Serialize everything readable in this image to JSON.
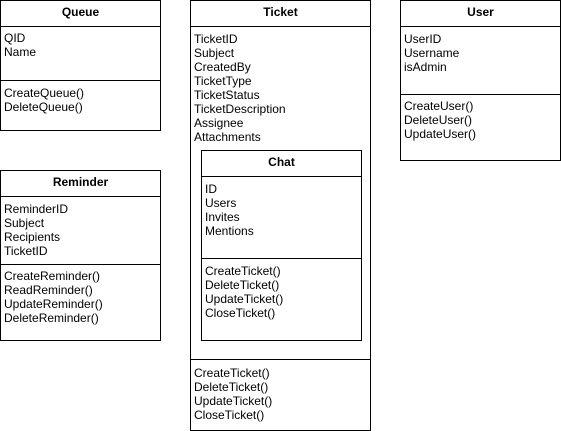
{
  "queue": {
    "title": "Queue",
    "attributes": [
      "QID",
      "Name"
    ],
    "operations": [
      "CreateQueue()",
      "DeleteQueue()"
    ]
  },
  "reminder": {
    "title": "Reminder",
    "attributes": [
      "ReminderID",
      "Subject",
      "Recipients",
      "TicketID"
    ],
    "operations": [
      "CreateReminder()",
      "ReadReminder()",
      "UpdateReminder()",
      "DeleteReminder()"
    ]
  },
  "ticket": {
    "title": "Ticket",
    "attributes": [
      "TicketID",
      "Subject",
      "CreatedBy",
      "TicketType",
      "TicketStatus",
      "TicketDescription",
      "Assignee",
      "Attachments"
    ],
    "operations": [
      "CreateTicket()",
      "DeleteTicket()",
      "UpdateTicket()",
      "CloseTicket()"
    ]
  },
  "chat": {
    "title": "Chat",
    "attributes": [
      "ID",
      "Users",
      "Invites",
      "Mentions"
    ],
    "operations": [
      "CreateTicket()",
      "DeleteTicket()",
      "UpdateTicket()",
      "CloseTicket()"
    ]
  },
  "user": {
    "title": "User",
    "attributes": [
      "UserID",
      "Username",
      "isAdmin"
    ],
    "operations": [
      "CreateUser()",
      "DeleteUser()",
      "UpdateUser()"
    ]
  }
}
